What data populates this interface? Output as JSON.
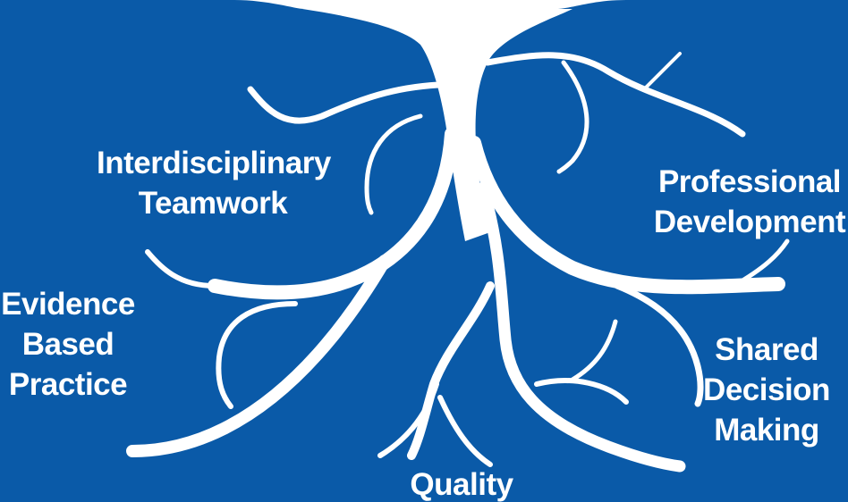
{
  "colors": {
    "background": "#0a5aa8",
    "roots": "#ffffff",
    "text": "#ffffff"
  },
  "labels": {
    "interdisciplinary": [
      "Interdisciplinary",
      "Teamwork"
    ],
    "professional": [
      "Professional",
      "Development"
    ],
    "evidence": [
      "Evidence",
      "Based",
      "Practice"
    ],
    "shared": [
      "Shared",
      "Decision",
      "Making"
    ],
    "quality": [
      "Quality"
    ]
  }
}
